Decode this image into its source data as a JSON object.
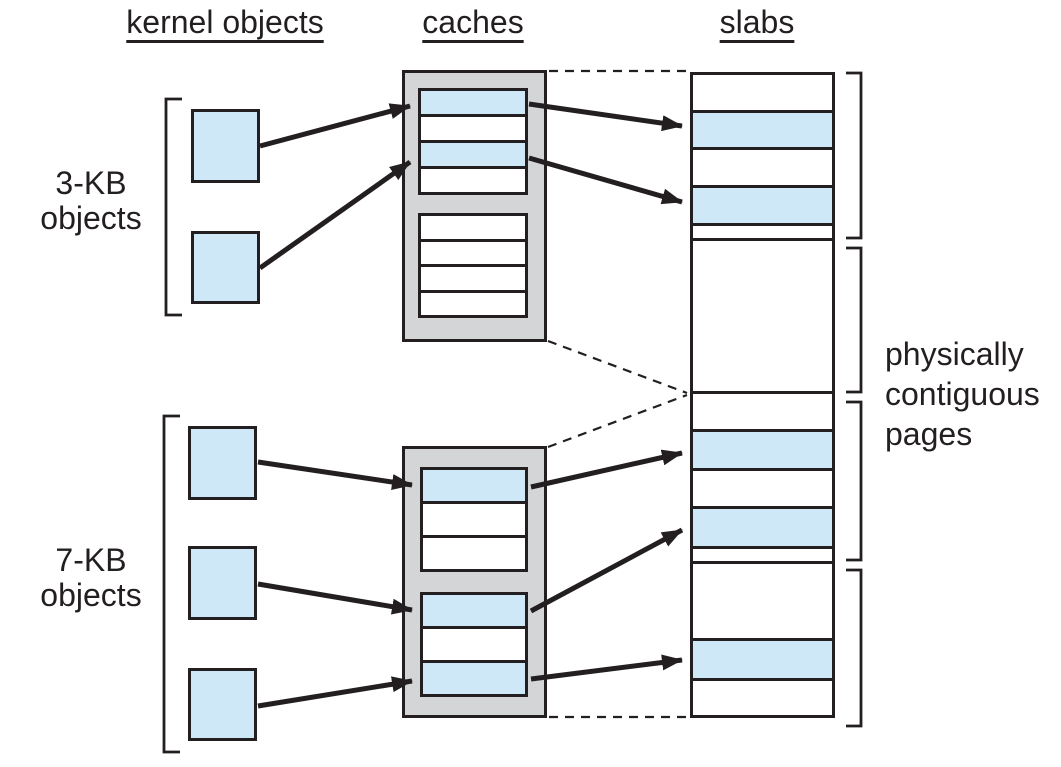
{
  "headers": {
    "kernel_objects": "kernel objects",
    "caches": "caches",
    "slabs": "slabs"
  },
  "object_groups": [
    {
      "id": "3kb",
      "label_lines": [
        "3-KB",
        "objects"
      ],
      "object_count": 2
    },
    {
      "id": "7kb",
      "label_lines": [
        "7-KB",
        "objects"
      ],
      "object_count": 3
    }
  ],
  "caches": [
    {
      "id": "cache-3kb",
      "slabs": [
        {
          "entries": [
            "used",
            "free",
            "used",
            "free"
          ]
        },
        {
          "entries": [
            "free",
            "free",
            "free",
            "free"
          ]
        }
      ]
    },
    {
      "id": "cache-7kb",
      "slabs": [
        {
          "entries": [
            "used",
            "free",
            "free"
          ]
        },
        {
          "entries": [
            "used",
            "free",
            "used"
          ]
        }
      ]
    }
  ],
  "slab_column": {
    "boxes": [
      {
        "pages": [
          {
            "state": "free",
            "h": 36
          },
          {
            "state": "used",
            "h": 36
          },
          {
            "state": "free",
            "h": 36
          },
          {
            "state": "used",
            "h": 36
          },
          {
            "state": "free",
            "h": 13
          }
        ]
      },
      {
        "pages": [
          {
            "state": "free",
            "h": 1
          }
        ]
      },
      {
        "pages": [
          {
            "state": "free",
            "h": 35
          },
          {
            "state": "used",
            "h": 37
          },
          {
            "state": "free",
            "h": 35
          },
          {
            "state": "used",
            "h": 38
          },
          {
            "state": "free",
            "h": 12
          }
        ]
      },
      {
        "pages": [
          {
            "state": "free",
            "h": 74
          },
          {
            "state": "used",
            "h": 37
          },
          {
            "state": "free",
            "h": 34
          }
        ]
      }
    ]
  },
  "side_label_lines": [
    "physically",
    "contiguous",
    "pages"
  ],
  "counts": {
    "arrows": 10,
    "dashed_links": 4
  },
  "colors": {
    "object_fill": "#cfe8f8",
    "free_fill": "#ffffff",
    "cache_bg": "#d4d5d7",
    "border": "#231f20",
    "background": "#ffffff"
  }
}
